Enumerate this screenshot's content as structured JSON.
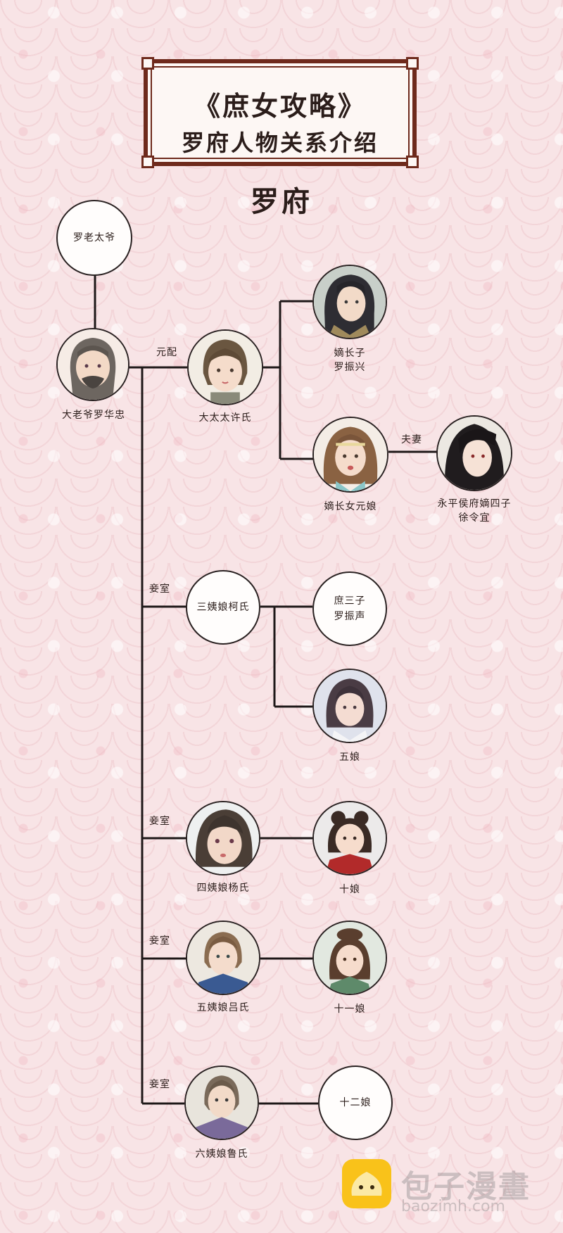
{
  "header": {
    "title": "《庶女攻略》",
    "subtitle": "罗府人物关系介绍"
  },
  "section": {
    "title": "罗府"
  },
  "relations": {
    "first_wife": "元配",
    "couple": "夫妻",
    "concubine": "妾室"
  },
  "people": {
    "grandfather": "罗老太爷",
    "father": "大老爷罗华忠",
    "first_wife": "大太太许氏",
    "eldest_son": [
      "嫡长子",
      "罗振兴"
    ],
    "eldest_daughter": "嫡长女元娘",
    "son_in_law": [
      "永平侯府嫡四子",
      "徐令宜"
    ],
    "third_concubine": "三姨娘柯氏",
    "third_son": [
      "庶三子",
      "罗振声"
    ],
    "fifth_daughter": "五娘",
    "fourth_concubine": "四姨娘杨氏",
    "tenth_daughter": "十娘",
    "fifth_concubine": "五姨娘吕氏",
    "eleventh_daughter": "十一娘",
    "sixth_concubine": "六姨娘鲁氏",
    "twelfth_daughter": "十二娘"
  },
  "watermark": {
    "brand": "包子漫畫",
    "url": "baozimh.com"
  },
  "colors": {
    "background": "#f8e4e6",
    "frame": "#6e2a1c",
    "line": "#1e1818",
    "logo": "#f9c21a"
  }
}
